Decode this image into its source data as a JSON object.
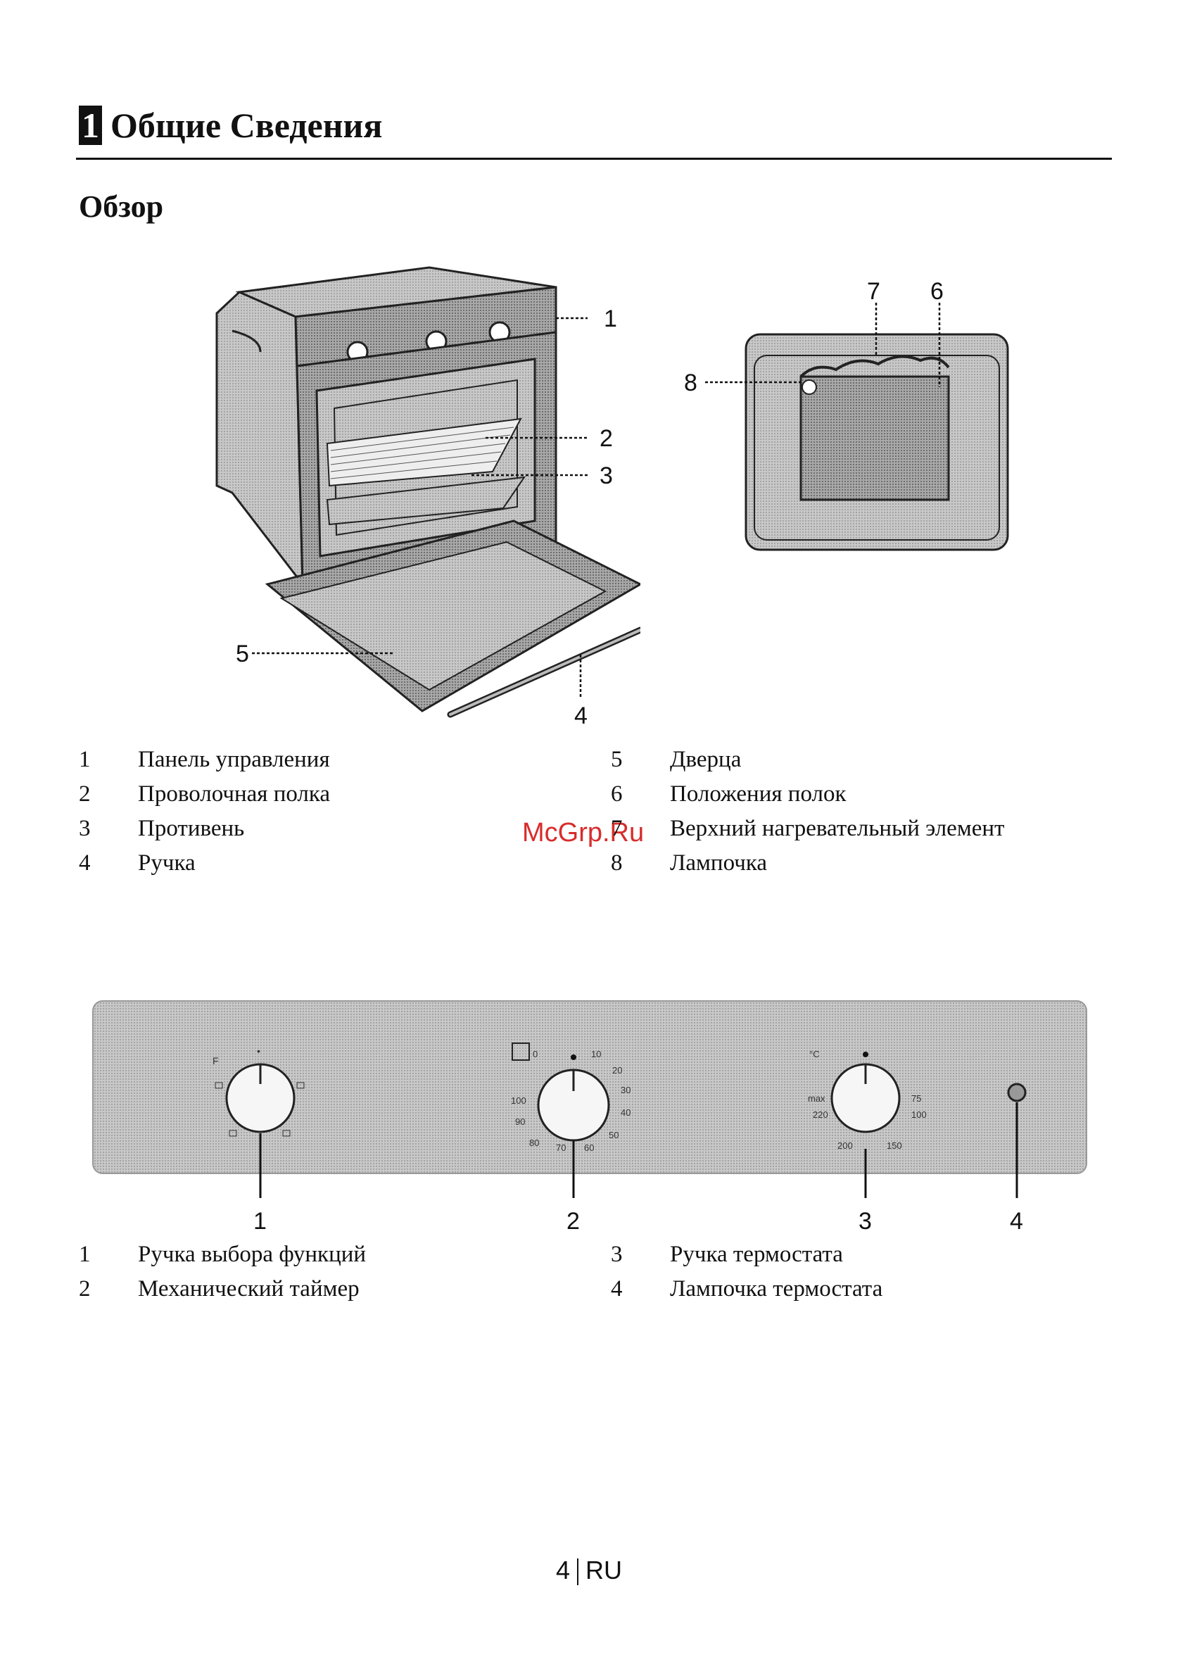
{
  "heading": {
    "number": "1",
    "title": "Общие Сведения"
  },
  "subheading": "Обзор",
  "oven_callouts": [
    "1",
    "2",
    "3",
    "4",
    "5"
  ],
  "cavity_callouts": [
    "7",
    "6",
    "8"
  ],
  "panel_callouts": [
    "1",
    "2",
    "3",
    "4"
  ],
  "oven_legend_left": [
    {
      "num": "1",
      "text": "Панель управления"
    },
    {
      "num": "2",
      "text": "Проволочная полка"
    },
    {
      "num": "3",
      "text": "Противень"
    },
    {
      "num": "4",
      "text": "Ручка"
    }
  ],
  "oven_legend_right": [
    {
      "num": "5",
      "text": "Дверца"
    },
    {
      "num": "6",
      "text": "Положения полок"
    },
    {
      "num": "7",
      "text": "Верхний нагревательный элемент"
    },
    {
      "num": "8",
      "text": "Лампочка"
    }
  ],
  "panel_legend_left": [
    {
      "num": "1",
      "text": "Ручка выбора функций"
    },
    {
      "num": "2",
      "text": "Механический таймер"
    }
  ],
  "panel_legend_right": [
    {
      "num": "3",
      "text": "Ручка термостата"
    },
    {
      "num": "4",
      "text": "Лампочка термостата"
    }
  ],
  "timer_scale": [
    "0",
    "10",
    "20",
    "30",
    "40",
    "50",
    "60",
    "70",
    "80",
    "90",
    "100"
  ],
  "thermo_scale": [
    "max",
    "220",
    "200",
    "150",
    "100",
    "75"
  ],
  "watermark": "McGrp.Ru",
  "footer": {
    "page": "4",
    "lang": "RU"
  }
}
